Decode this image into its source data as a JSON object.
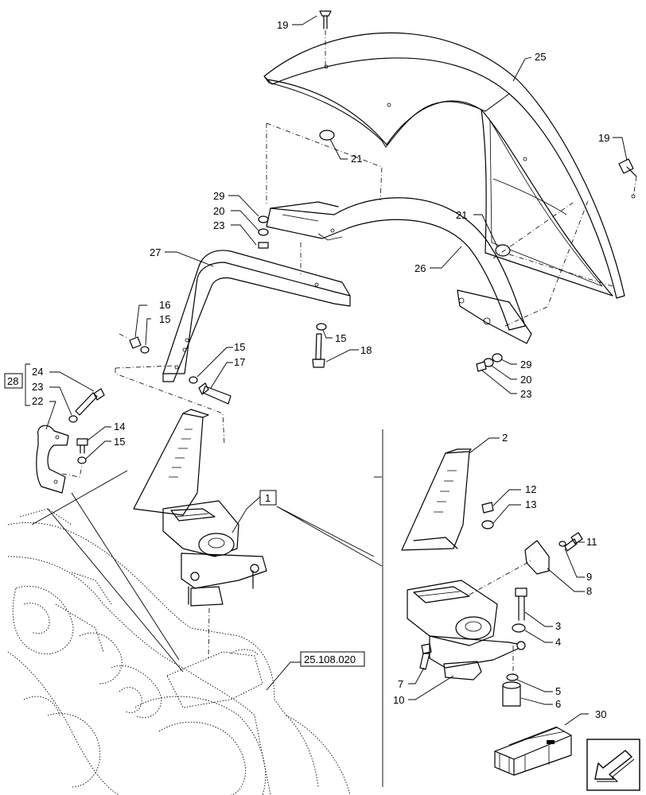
{
  "labels": {
    "l1": "1",
    "l2": "2",
    "l3": "3",
    "l4": "4",
    "l5": "5",
    "l6": "6",
    "l7": "7",
    "l8": "8",
    "l9": "9",
    "l10": "10",
    "l11": "11",
    "l12": "12",
    "l13": "13",
    "l14": "14",
    "l15": "15",
    "l16": "16",
    "l17": "17",
    "l18": "18",
    "l19": "19",
    "l20": "20",
    "l21": "21",
    "l22": "22",
    "l23": "23",
    "l24": "24",
    "l25": "25",
    "l26": "26",
    "l27": "27",
    "l28": "28",
    "l29": "29",
    "l30": "30"
  },
  "reference": "25.108.020",
  "icons": {
    "nav_arrow": "arrow-down-left-icon",
    "package": "crate-icon"
  }
}
